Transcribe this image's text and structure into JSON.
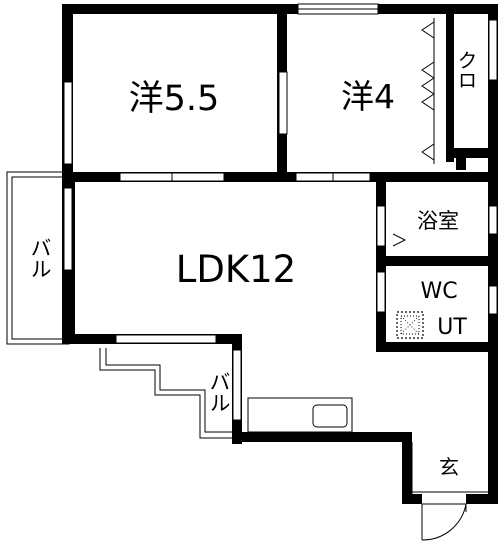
{
  "floor_plan": {
    "rooms": {
      "western_room_1": "洋5.5",
      "western_room_2": "洋4",
      "closet": "クロ",
      "ldk": "LDK12",
      "bathroom": "浴室",
      "toilet": "WC",
      "utility": "UT",
      "balcony_left": "バル",
      "balcony_lower": "バル",
      "entrance": "玄"
    }
  }
}
